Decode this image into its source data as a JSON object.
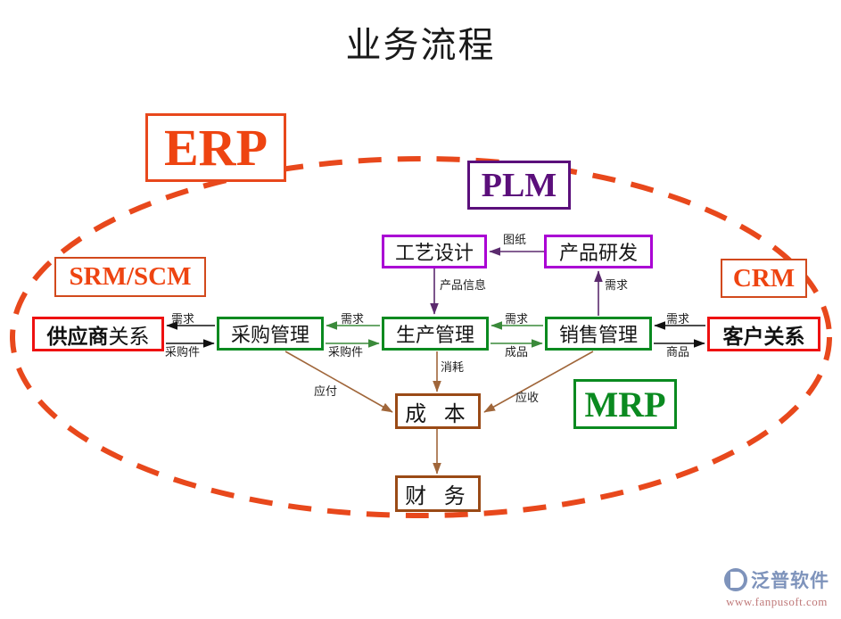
{
  "title": "业务流程",
  "colors": {
    "erp_orange": "#ee4411",
    "plm_purple": "#5b0f7b",
    "mrp_green": "#0a8a20",
    "partner_red": "#ee1111",
    "cost_brown": "#9a4a16",
    "process_purple": "#aa00d4",
    "ellipse_orange": "#e8481c",
    "flow_black": "#111111",
    "flow_green": "#3a8a3a",
    "flow_brown": "#a0663a"
  },
  "nodes": {
    "erp": "ERP",
    "plm": "PLM",
    "srmscm": "SRM/SCM",
    "crm": "CRM",
    "mrp": "MRP",
    "process_design": "工艺设计",
    "product_rd": "产品研发",
    "supplier_bold": "供应商",
    "supplier_rest": "关系",
    "purchase": "采购管理",
    "production": "生产管理",
    "sales": "销售管理",
    "customer": "客户关系",
    "cost": "成 本",
    "finance": "财 务"
  },
  "edges": {
    "drawing": "图纸",
    "product_info": "产品信息",
    "demand_rd": "需求",
    "demand_supplier": "需求",
    "purchased_part_supplier": "采购件",
    "demand_purchase": "需求",
    "purchased_part_purchase": "采购件",
    "demand_production": "需求",
    "finished_goods": "成品",
    "demand_customer": "需求",
    "merchandise": "商品",
    "consumption": "消耗",
    "payable": "应付",
    "receivable": "应收"
  },
  "watermark": {
    "name": "泛普软件",
    "url": "www.fanpusoft.com"
  }
}
